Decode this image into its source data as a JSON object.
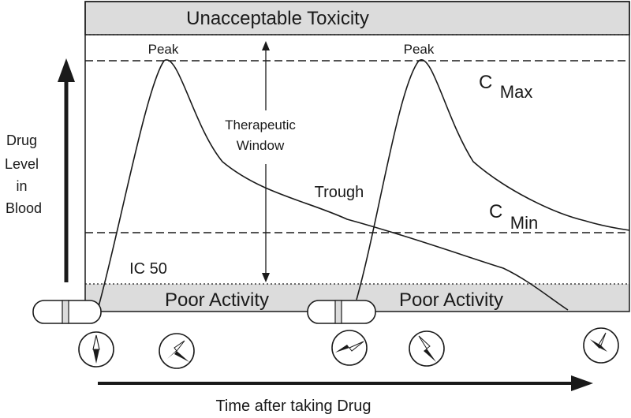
{
  "bands": {
    "toxicity": "Unacceptable Toxicity",
    "poor_activity_1": "Poor Activity",
    "poor_activity_2": "Poor Activity"
  },
  "labels": {
    "peak_1": "Peak",
    "peak_2": "Peak",
    "cmax_c": "C",
    "cmax_sub": "Max",
    "cmin_c": "C",
    "cmin_sub": "Min",
    "therapeutic_1": "Therapeutic",
    "therapeutic_2": "Window",
    "trough": "Trough",
    "ic50": "IC 50"
  },
  "y_axis_label": [
    "Drug",
    "Level",
    "in",
    "Blood"
  ],
  "x_axis_label": "Time after taking Drug",
  "clocks": [
    {
      "name": "clock-1-icon"
    },
    {
      "name": "clock-2-icon"
    },
    {
      "name": "clock-3-icon"
    },
    {
      "name": "clock-4-icon"
    },
    {
      "name": "clock-5-icon"
    }
  ],
  "colors": {
    "band_fill": "#dcdcdc",
    "line": "#1a1a1a"
  }
}
